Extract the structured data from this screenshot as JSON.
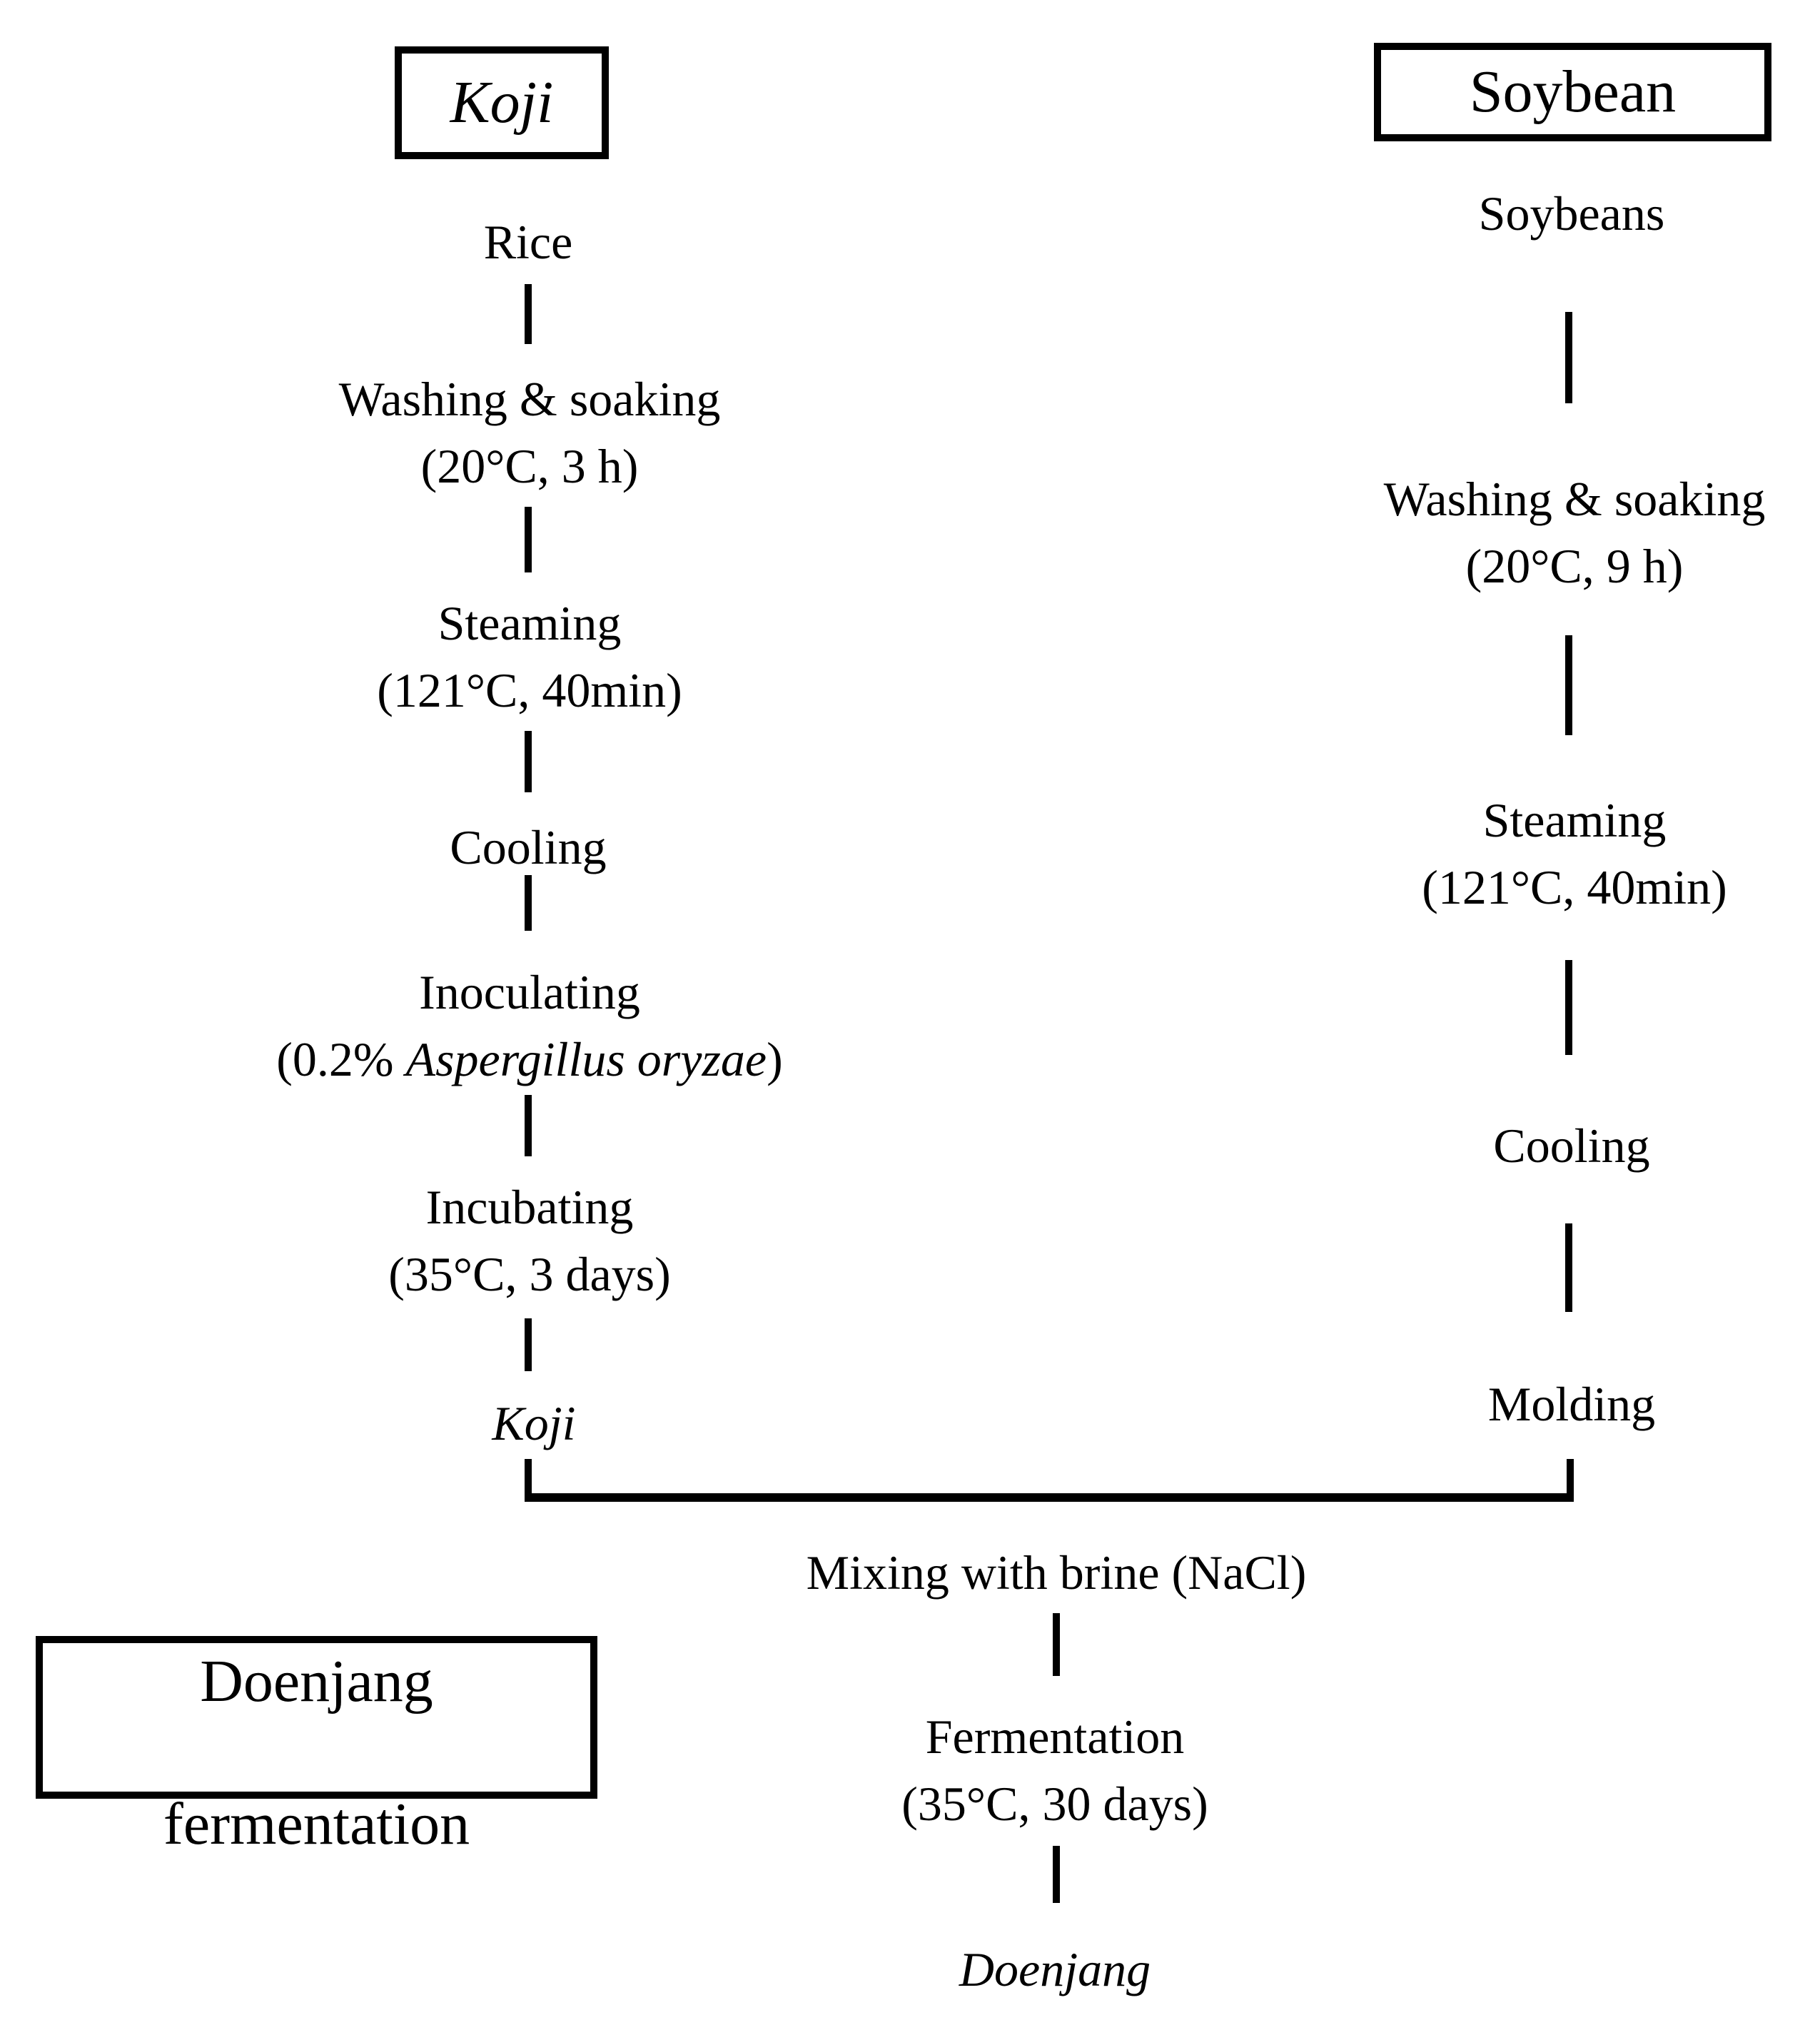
{
  "page": {
    "title": "Doenjang preparation flowchart",
    "colors": {
      "ink": "#000000",
      "background": "#ffffff"
    }
  },
  "koji_branch": {
    "header": "Koji",
    "steps": [
      {
        "name": "Rice"
      },
      {
        "name": "Washing & soaking",
        "condition": "(20°C, 3 h)"
      },
      {
        "name": "Steaming",
        "condition": "(121°C, 40min)"
      },
      {
        "name": "Cooling"
      },
      {
        "name": "Inoculating",
        "condition_prefix": "(0.2% ",
        "condition_italic": "Aspergillus oryzae",
        "condition_suffix": ")"
      },
      {
        "name": "Incubating",
        "condition": "(35°C, 3 days)"
      },
      {
        "name": "Koji",
        "italic": true
      }
    ]
  },
  "soybean_branch": {
    "header": "Soybean",
    "steps": [
      {
        "name": "Soybeans"
      },
      {
        "name": "Washing & soaking",
        "condition": "(20°C, 9 h)"
      },
      {
        "name": "Steaming",
        "condition": "(121°C, 40min)"
      },
      {
        "name": "Cooling"
      },
      {
        "name": "Molding"
      }
    ]
  },
  "merged_branch": {
    "steps": [
      {
        "name": "Mixing with brine (NaCl)"
      },
      {
        "name": "Fermentation",
        "condition": "(35°C, 30 days)"
      },
      {
        "name": "Doenjang",
        "italic": true
      }
    ]
  },
  "stage_label": {
    "line1": "Doenjang",
    "line2": "fermentation"
  }
}
